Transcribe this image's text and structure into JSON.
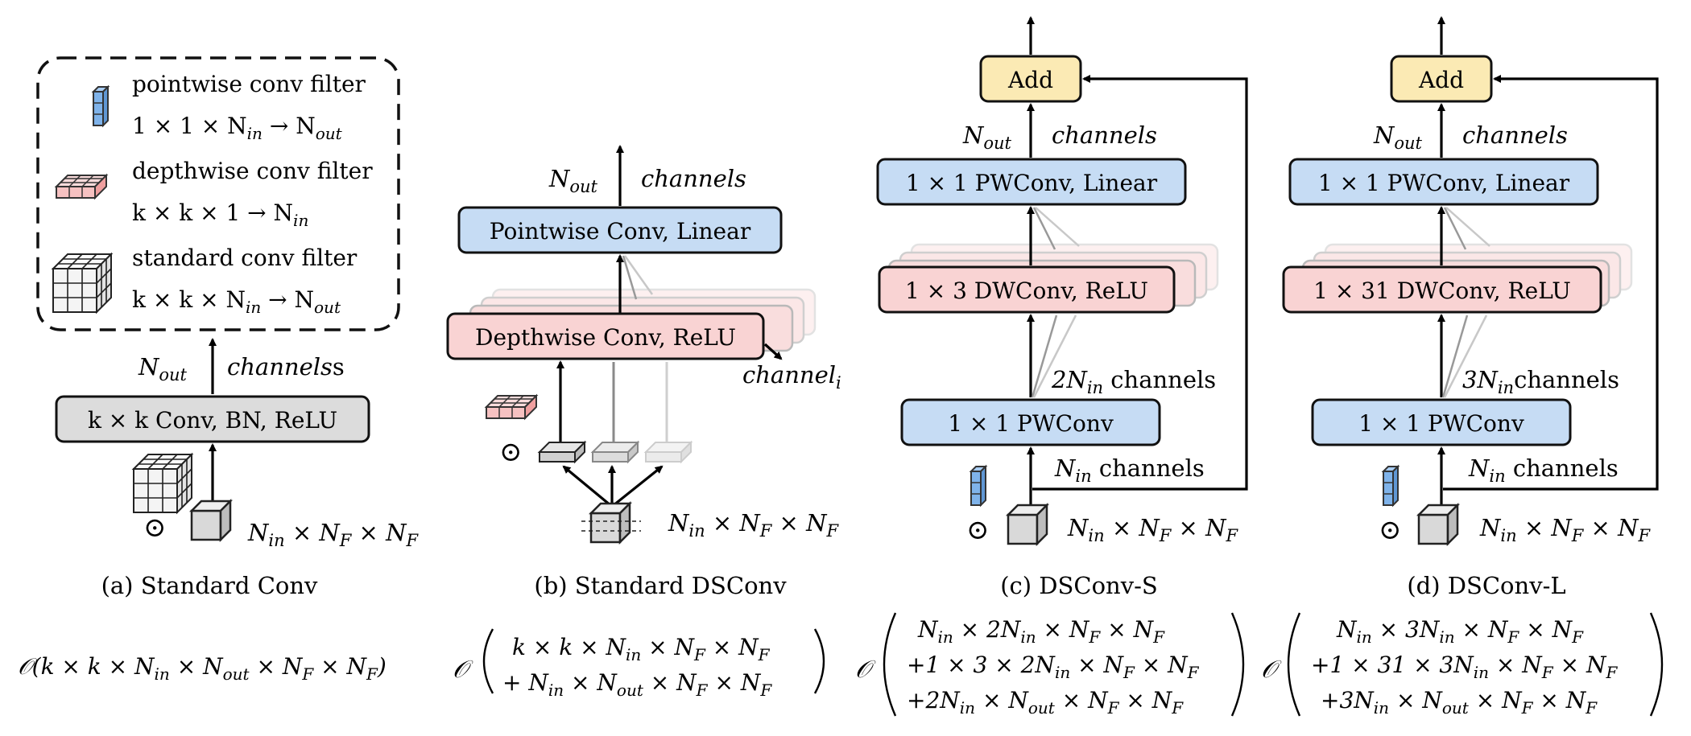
{
  "legend": {
    "pointwise_name": "pointwise conv filter",
    "pointwise_dims": "1 × 1 × N",
    "pointwise_sub": "in",
    "pointwise_to": " → N",
    "pointwise_to_sub": "out",
    "depthwise_name": "depthwise conv filter",
    "depthwise_dims": "k × k × 1 → N",
    "depthwise_sub": "in",
    "standard_name": "standard conv filter",
    "standard_dims": "k × k × N",
    "standard_sub": "in",
    "standard_to": " → N",
    "standard_to_sub": "out"
  },
  "common": {
    "n_main": "N",
    "sub_in": "in",
    "sub_out": "out",
    "sub_F": "F",
    "times": " × ",
    "channels_italic": "channels",
    "channels": "channels",
    "odot": "⊙"
  },
  "panel_a": {
    "box": "k × k Conv, BN, ReLU",
    "caption": "(a) Standard Conv",
    "channels_tail": "s",
    "complexity": "𝒪(k × k × N",
    "complexity_end": ")"
  },
  "panel_b": {
    "pw_box": "Pointwise Conv, Linear",
    "dw_box": "Depthwise Conv, ReLU",
    "channel_i": "channel",
    "channel_i_sub": "i",
    "caption": "(b) Standard DSConv",
    "complexity_line1": "k × k × N",
    "complexity_line2": "+ N"
  },
  "panel_c": {
    "add_box": "Add",
    "pw_linear_box": "1 × 1 PWConv, Linear",
    "dw_box": "1 × 3 DWConv, ReLU",
    "pw_box": "1 × 1 PWConv",
    "expand": "2N",
    "caption": "(c) DSConv-S",
    "complexity_line1a": "N",
    "complexity_line1b": " × 2N",
    "complexity_line2": "+1 × 3 × 2N",
    "complexity_line3": "+2N"
  },
  "panel_d": {
    "add_box": "Add",
    "pw_linear_box": "1 × 1 PWConv, Linear",
    "dw_box": "1 × 31 DWConv, ReLU",
    "pw_box": "1 × 1 PWConv",
    "expand": "3N",
    "caption": "(d) DSConv-L",
    "complexity_line1a": "N",
    "complexity_line1b": " × 3N",
    "complexity_line2": "+1 × 31 × 3N",
    "complexity_line3": "+3N"
  },
  "colors": {
    "blue": "#c6dcf4",
    "pink": "#f9d3d3",
    "yellow": "#fbeab4",
    "gray": "#dcdcdc"
  }
}
